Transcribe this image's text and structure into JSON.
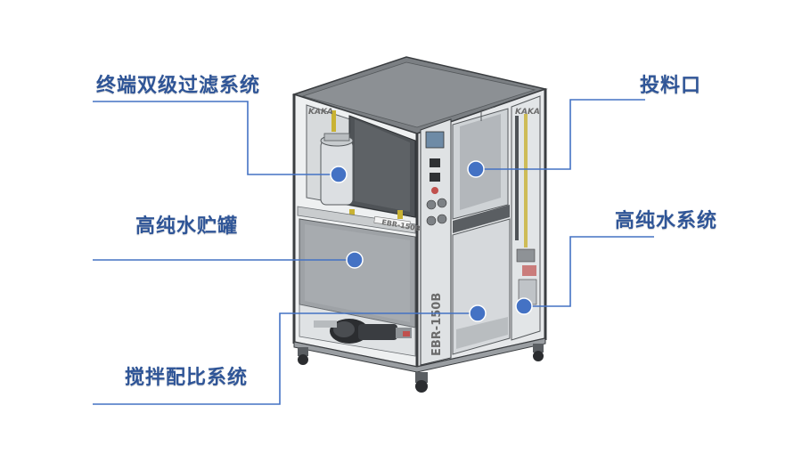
{
  "labels": {
    "filter": "终端双级过滤系统",
    "inlet": "投料口",
    "tank": "高纯水贮罐",
    "water_system": "高纯水系统",
    "mixing": "搅拌配比系统"
  },
  "machine": {
    "model": "EBR-150B",
    "small_tag": "EBR-150B",
    "brand_mark": "KAKA"
  },
  "colors": {
    "label_text": "#2f5597",
    "leader_line": "#4472c4",
    "marker_fill": "#4472c4",
    "frame": "#bfc3c7",
    "panel": "#9ea2a6"
  }
}
